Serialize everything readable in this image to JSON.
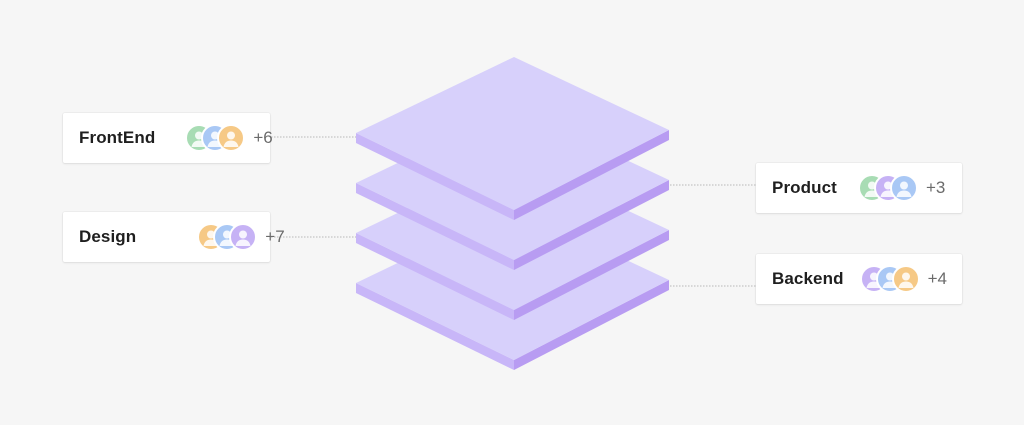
{
  "colors": {
    "background": "#f6f6f6",
    "layer_top": "#d7d0fb",
    "layer_left_side": "#c8b6f8",
    "layer_right_side": "#b89cf2",
    "connector": "#b8b8b8"
  },
  "teams": [
    {
      "id": "frontend",
      "name": "FrontEnd",
      "extra": "+6",
      "avatars": [
        {
          "color": "#a8dcb4",
          "icon": "user-icon"
        },
        {
          "color": "#a9c8f5",
          "icon": "user-icon"
        },
        {
          "color": "#f6c986",
          "icon": "user-icon"
        }
      ]
    },
    {
      "id": "design",
      "name": "Design",
      "extra": "+7",
      "avatars": [
        {
          "color": "#f6c986",
          "icon": "user-icon"
        },
        {
          "color": "#a9c8f5",
          "icon": "user-icon"
        },
        {
          "color": "#c6b2f5",
          "icon": "user-icon"
        }
      ]
    },
    {
      "id": "product",
      "name": "Product",
      "extra": "+3",
      "avatars": [
        {
          "color": "#a8dcb4",
          "icon": "user-icon"
        },
        {
          "color": "#c6b2f5",
          "icon": "user-icon"
        },
        {
          "color": "#a9c8f5",
          "icon": "user-icon"
        }
      ]
    },
    {
      "id": "backend",
      "name": "Backend",
      "extra": "+4",
      "avatars": [
        {
          "color": "#c6b2f5",
          "icon": "user-icon"
        },
        {
          "color": "#a9c8f5",
          "icon": "user-icon"
        },
        {
          "color": "#f6c986",
          "icon": "user-icon"
        }
      ]
    }
  ]
}
